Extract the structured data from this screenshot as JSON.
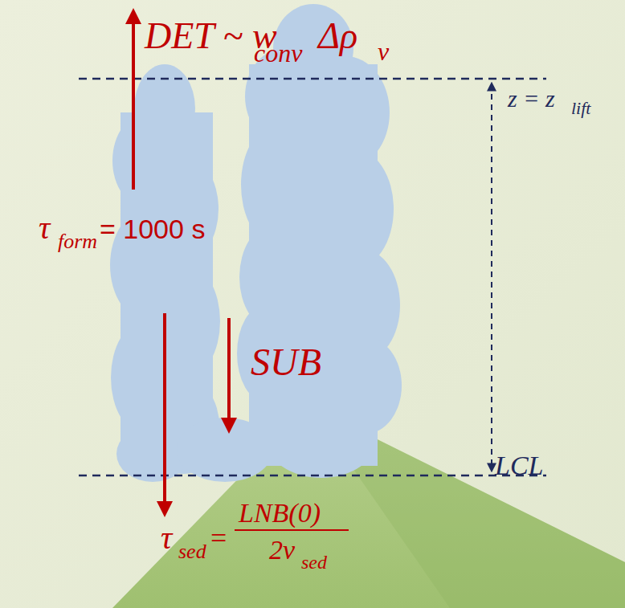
{
  "diagram": {
    "labels": [
      "DET ~ w",
      "conv",
      "Δρ",
      "v",
      "z = z",
      "lift",
      "τ",
      "form",
      "= 1000 s",
      "SUB",
      "LCL",
      "τ",
      "sed",
      "=",
      "LNB(0)",
      "2v",
      "sed"
    ]
  }
}
